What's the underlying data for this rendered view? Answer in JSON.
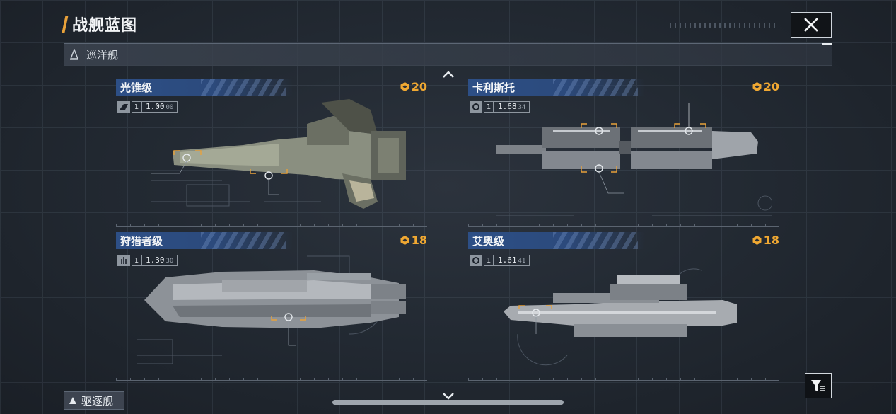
{
  "header": {
    "title": "战舰蓝图",
    "close_icon": "close-icon"
  },
  "category": {
    "label": "巡洋舰",
    "icon": "cruiser-icon"
  },
  "navigation": {
    "up_icon": "chevron-up-icon",
    "down_icon": "chevron-down-icon"
  },
  "ships": [
    {
      "name": "光锥级",
      "cost": "20",
      "count": "1",
      "stat_main": "1.00",
      "stat_sub": "00"
    },
    {
      "name": "卡利斯托",
      "cost": "20",
      "count": "1",
      "stat_main": "1.68",
      "stat_sub": "34"
    },
    {
      "name": "狩猎者级",
      "cost": "18",
      "count": "1",
      "stat_main": "1.30",
      "stat_sub": "30"
    },
    {
      "name": "艾奥级",
      "cost": "18",
      "count": "1",
      "stat_main": "1.61",
      "stat_sub": "41"
    }
  ],
  "bottom_tab": {
    "label": "驱逐舰"
  },
  "colors": {
    "accent": "#f0a832",
    "name_bar": "#2d4f86",
    "panel": "#1c222b"
  },
  "filter": {
    "icon": "filter-icon"
  }
}
